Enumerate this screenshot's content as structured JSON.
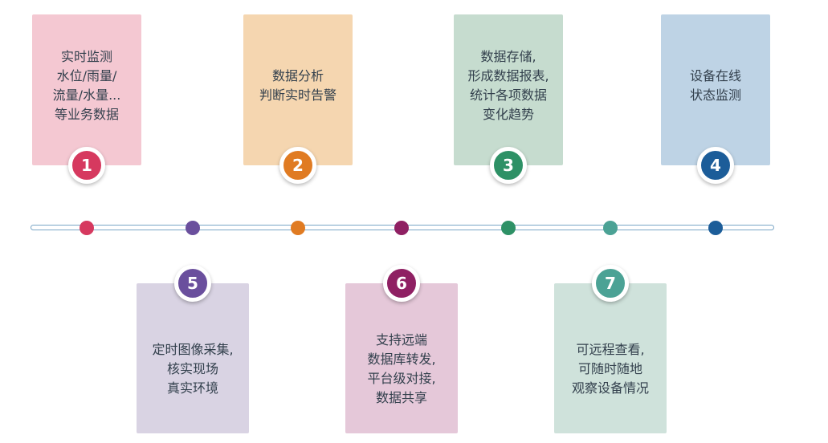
{
  "timeline": {
    "line_color": "#7aa6c6"
  },
  "steps": [
    {
      "number": "1",
      "position": "top",
      "card_color": "#f4c8d2",
      "accent_color": "#d6395f",
      "lines": [
        "实时监测",
        "水位/雨量/",
        "流量/水量...",
        "等业务数据"
      ]
    },
    {
      "number": "2",
      "position": "top",
      "card_color": "#f5d6b0",
      "accent_color": "#e07b22",
      "lines": [
        "数据分析",
        "判断实时告警"
      ]
    },
    {
      "number": "3",
      "position": "top",
      "card_color": "#c6dccf",
      "accent_color": "#2e9166",
      "lines": [
        "数据存储,",
        "形成数据报表,",
        "统计各项数据",
        "变化趋势"
      ]
    },
    {
      "number": "4",
      "position": "top",
      "card_color": "#bed3e5",
      "accent_color": "#1c5d99",
      "lines": [
        "设备在线",
        "状态监测"
      ]
    },
    {
      "number": "5",
      "position": "bottom",
      "card_color": "#d9d3e3",
      "accent_color": "#6a4f9d",
      "lines": [
        "定时图像采集,",
        "核实现场",
        "真实环境"
      ]
    },
    {
      "number": "6",
      "position": "bottom",
      "card_color": "#e5c8d9",
      "accent_color": "#8f2063",
      "lines": [
        "支持远端",
        "数据库转发,",
        "平台级对接,",
        "数据共享"
      ]
    },
    {
      "number": "7",
      "position": "bottom",
      "card_color": "#cfe2db",
      "accent_color": "#4ba295",
      "lines": [
        "可远程查看,",
        "可随时随地",
        "观察设备情况"
      ]
    }
  ]
}
